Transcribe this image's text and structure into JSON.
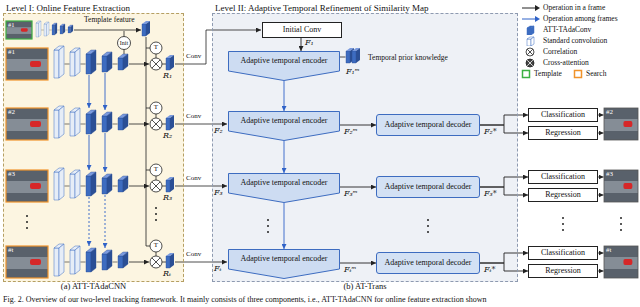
{
  "diagram": {
    "caption": "Fig. 2. Overview of our two-level tracking framework. It mainly consists of three components, i.e., ATT-TAdaCNN for online feature extraction shown",
    "nodes": [
      {
        "text": [
          "Level I: Online Feature Extraction",
          "(a) ATT-TAdaCNN"
        ]
      },
      {
        "text": [
          "Level II: Adaptive Temporal Refinement of Similarity Map",
          "(b) AT-Trans"
        ]
      },
      {
        "text": [
          "Initial Conv"
        ],
        "in": 1
      },
      {
        "text": [
          "Adaptive temporal encoder"
        ],
        "in": 1
      },
      {
        "text": [
          "Adaptive temporal encoder"
        ],
        "in": 1
      },
      {
        "text": [
          "Adaptive temporal decoder"
        ],
        "in": 1
      },
      {
        "text": [
          "Adaptive temporal encoder"
        ],
        "in": 1
      },
      {
        "text": [
          "Adaptive temporal decoder"
        ],
        "in": 1
      },
      {
        "text": [
          "Adaptive temporal encoder"
        ],
        "in": 1
      },
      {
        "text": [
          "Adaptive temporal decoder"
        ],
        "in": 1
      },
      {
        "text": [
          "Classification"
        ]
      },
      {
        "text": [
          "Regression"
        ]
      },
      {
        "text": [
          "Classification"
        ]
      },
      {
        "text": [
          "Regression"
        ]
      },
      {
        "text": [
          "Classification"
        ]
      },
      {
        "text": [
          "Regression"
        ]
      }
    ],
    "edges": [
      {
        "from": 2,
        "to": 3,
        "arrow": "to"
      },
      {
        "from": 3,
        "to": 4,
        "arrow": "to"
      },
      {
        "from": 4,
        "to": 5,
        "arrow": "to"
      },
      {
        "from": 4,
        "to": 6,
        "arrow": "to"
      },
      {
        "from": 6,
        "to": 7,
        "arrow": "to"
      },
      {
        "from": 6,
        "to": 8,
        "arrow": "to"
      },
      {
        "from": 8,
        "to": 9,
        "arrow": "to"
      },
      {
        "from": 5,
        "to": 10,
        "arrow": "to"
      },
      {
        "from": 5,
        "to": 11,
        "arrow": "to"
      },
      {
        "from": 7,
        "to": 12,
        "arrow": "to"
      },
      {
        "from": 7,
        "to": 13,
        "arrow": "to"
      },
      {
        "from": 9,
        "to": 14,
        "arrow": "to"
      },
      {
        "from": 9,
        "to": 15,
        "arrow": "to"
      }
    ],
    "labels": [
      "#1",
      "Template feature",
      "Init",
      "#1",
      "T",
      "R₁",
      "Conv",
      "F₁",
      "F₁ᵐ",
      "Temporal prior knowledge",
      "#2",
      "T",
      "R₂",
      "Conv",
      "F₂",
      "F₂ᵐ",
      "F₂*",
      "#2",
      "#3",
      "T",
      "R₃",
      "Conv",
      "F₃",
      "F₃ᵐ",
      "F₃*",
      "#3",
      "#t",
      "T",
      "Rₜ",
      "Conv",
      "Fₜ",
      "Fₜᵐ",
      "Fₜ*",
      "#t"
    ],
    "legend": [
      {
        "text": "Operation in a frame"
      },
      {
        "text": "Operation among frames"
      },
      {
        "text": "ATT-TAdaConv",
        "color": "#3d6cc0"
      },
      {
        "text": "Standard convolution"
      },
      {
        "text": "Correlation"
      },
      {
        "text": "Cross-attention"
      },
      {
        "text": "Template",
        "color": "#3cb043"
      },
      {
        "text": "Search",
        "color": "#f0932b"
      }
    ]
  }
}
